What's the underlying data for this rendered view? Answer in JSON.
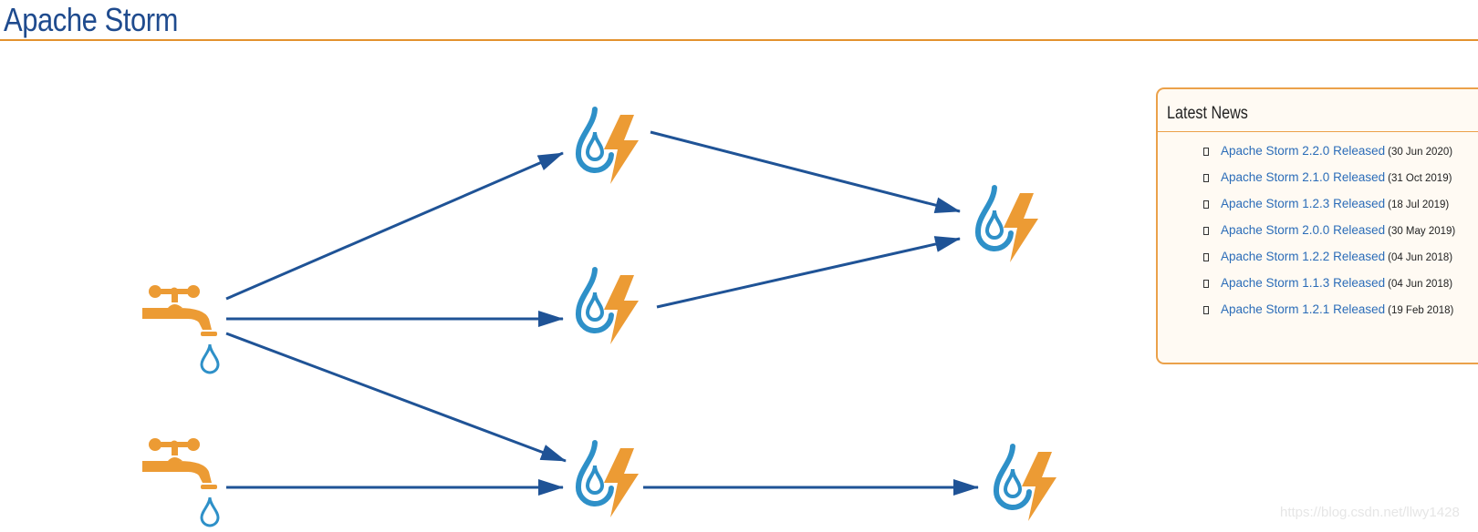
{
  "page": {
    "title": "Apache Storm"
  },
  "colors": {
    "title": "#1f4b8e",
    "accent": "#e3922e",
    "arrow": "#1f5396",
    "bolt_drop": "#2e90c8",
    "bolt_lightning": "#ec9b34",
    "link": "#2b6cb8"
  },
  "topology": {
    "spout_icon": "faucet-icon",
    "bolt_icon": "drop-lightning-icon"
  },
  "news": {
    "title": "Latest News",
    "items": [
      {
        "label": "Apache Storm 2.2.0 Released",
        "date": "(30 Jun 2020)"
      },
      {
        "label": "Apache Storm 2.1.0 Released",
        "date": "(31 Oct 2019)"
      },
      {
        "label": "Apache Storm 1.2.3 Released",
        "date": "(18 Jul 2019)"
      },
      {
        "label": "Apache Storm 2.0.0 Released",
        "date": "(30 May 2019)"
      },
      {
        "label": "Apache Storm 1.2.2 Released",
        "date": "(04 Jun 2018)"
      },
      {
        "label": "Apache Storm 1.1.3 Released",
        "date": "(04 Jun 2018)"
      },
      {
        "label": "Apache Storm 1.2.1 Released",
        "date": "(19 Feb 2018)"
      }
    ]
  },
  "watermark": "https://blog.csdn.net/llwy1428"
}
